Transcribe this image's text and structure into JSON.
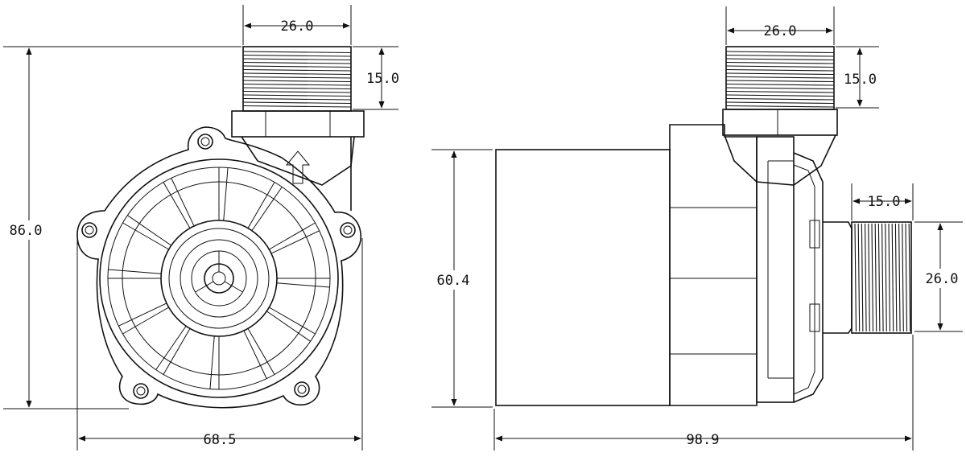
{
  "front_view": {
    "dim_top_width": "26.0",
    "dim_thread_length": "15.0",
    "dim_height": "86.0",
    "dim_width": "68.5"
  },
  "side_view": {
    "dim_top_width": "26.0",
    "dim_top_thread_length": "15.0",
    "dim_body_height": "60.4",
    "dim_side_thread_length": "15.0",
    "dim_side_thread_width": "26.0",
    "dim_total_length": "98.9"
  },
  "colors": {
    "line": "#111111",
    "background": "#ffffff"
  }
}
